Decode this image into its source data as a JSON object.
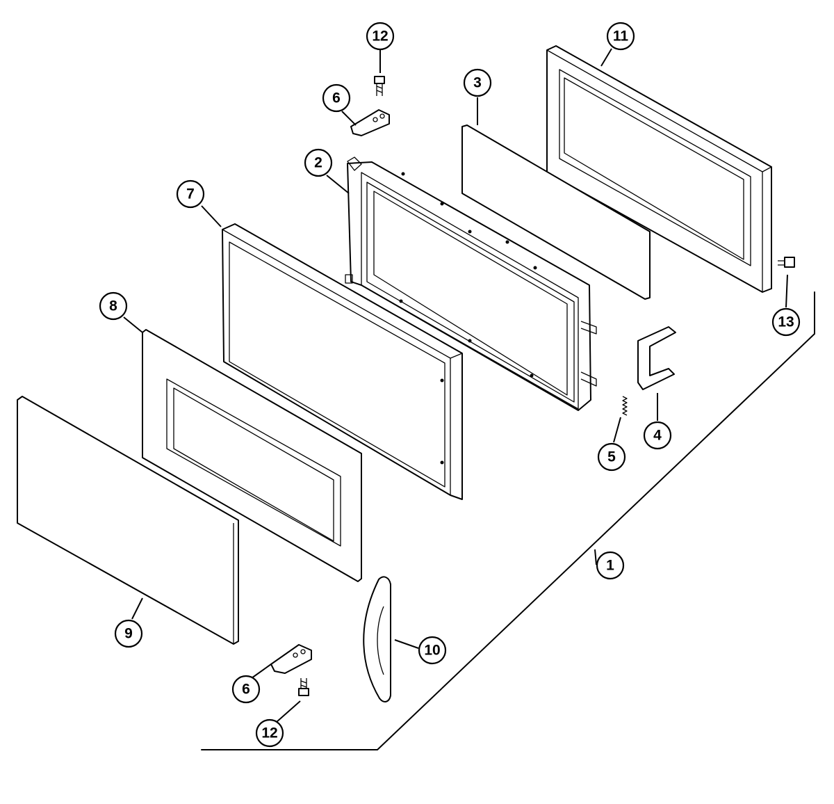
{
  "callouts": [
    {
      "id": "c12a",
      "label": "12"
    },
    {
      "id": "c11",
      "label": "11"
    },
    {
      "id": "c3",
      "label": "3"
    },
    {
      "id": "c6a",
      "label": "6"
    },
    {
      "id": "c2",
      "label": "2"
    },
    {
      "id": "c7",
      "label": "7"
    },
    {
      "id": "c8",
      "label": "8"
    },
    {
      "id": "c13",
      "label": "13"
    },
    {
      "id": "c4",
      "label": "4"
    },
    {
      "id": "c5",
      "label": "5"
    },
    {
      "id": "c1",
      "label": "1"
    },
    {
      "id": "c9",
      "label": "9"
    },
    {
      "id": "c10",
      "label": "10"
    },
    {
      "id": "c6b",
      "label": "6"
    },
    {
      "id": "c12b",
      "label": "12"
    }
  ]
}
